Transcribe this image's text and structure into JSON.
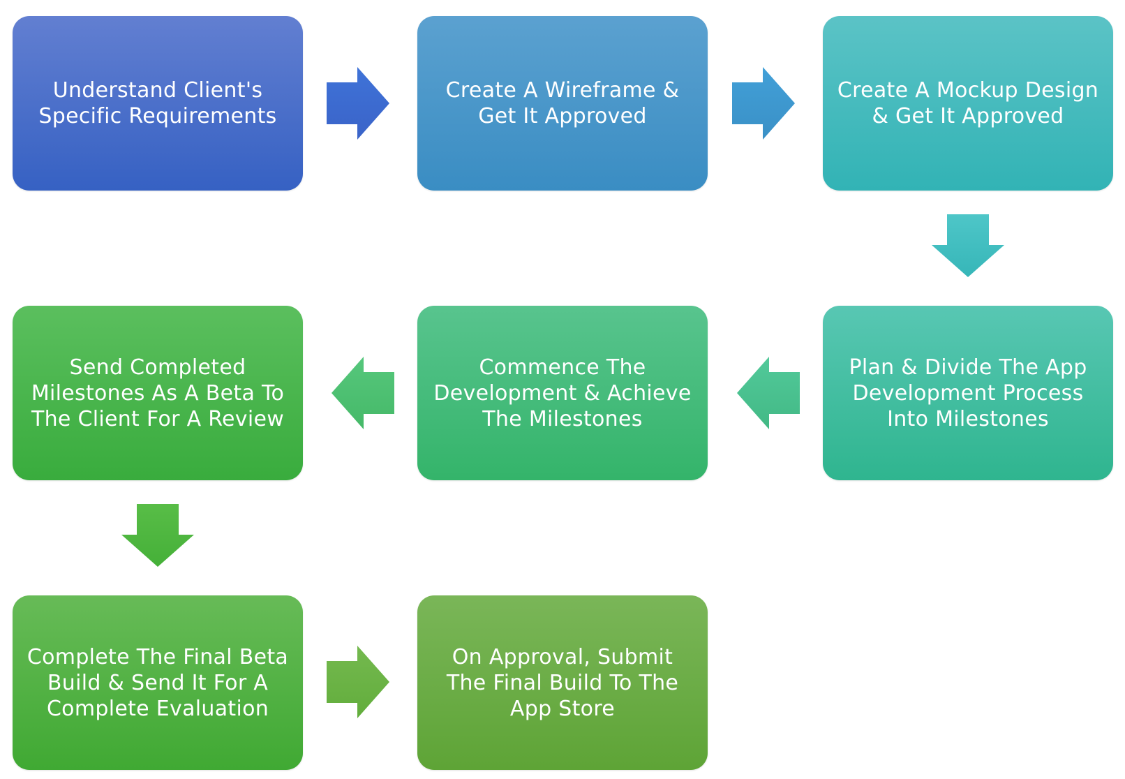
{
  "steps": [
    {
      "text": "Understand Client's Specific Requirements",
      "top": "#627fd1",
      "bottom": "#3661c3"
    },
    {
      "text": "Create A Wireframe & Get It Approved",
      "top": "#5ba1d0",
      "bottom": "#3a8dc3"
    },
    {
      "text": "Create A Mockup Design & Get It Approved",
      "top": "#5bc3c6",
      "bottom": "#32b3b5"
    },
    {
      "text": "Plan & Divide The App Development Process Into Milestones",
      "top": "#58c7b3",
      "bottom": "#2fb58f"
    },
    {
      "text": "Commence The Development & Achieve The Milestones",
      "top": "#58c48e",
      "bottom": "#34b46a"
    },
    {
      "text": "Send Completed Milestones As A Beta To The Client For A Review",
      "top": "#5bbf5e",
      "bottom": "#39ac3d"
    },
    {
      "text": "Complete The Final Beta Build & Send It For A Complete Evaluation",
      "top": "#67bb57",
      "bottom": "#40a933"
    },
    {
      "text": "On Approval, Submit The Final Build To The App Store",
      "top": "#7ab658",
      "bottom": "#5ea436"
    }
  ],
  "arrows": [
    {
      "direction": "right",
      "top": "#3f73d8",
      "bottom": "#3a63c8"
    },
    {
      "direction": "right",
      "top": "#42a0d8",
      "bottom": "#3a90c6"
    },
    {
      "direction": "down",
      "top": "#4ec6c8",
      "bottom": "#36b6b8"
    },
    {
      "direction": "left",
      "top": "#52c99a",
      "bottom": "#42b985"
    },
    {
      "direction": "left",
      "top": "#56c77c",
      "bottom": "#45b968"
    },
    {
      "direction": "down",
      "top": "#58bd47",
      "bottom": "#45b038"
    },
    {
      "direction": "right",
      "top": "#74b94f",
      "bottom": "#62ad3c"
    }
  ]
}
